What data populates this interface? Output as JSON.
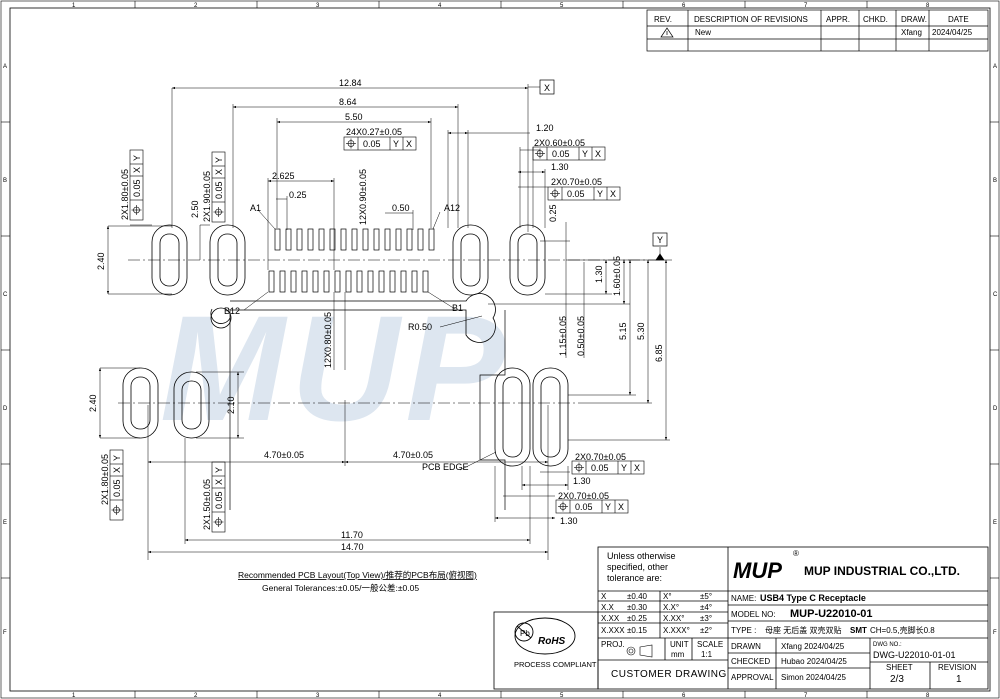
{
  "border": {
    "cols": [
      "1",
      "2",
      "3",
      "4",
      "5",
      "6",
      "7",
      "8"
    ],
    "rows": [
      "A",
      "B",
      "C",
      "D",
      "E",
      "F"
    ]
  },
  "revision_table": {
    "headers": [
      "REV.",
      "DESCRIPTION OF REVISIONS",
      "APPR.",
      "CHKD.",
      "DRAW.",
      "DATE"
    ],
    "row": {
      "rev_symbol": "triangle-rev-1",
      "description": "New",
      "appr": "",
      "chkd": "",
      "draw": "Xfang",
      "date": "2024/04/25"
    }
  },
  "watermark": "MUP",
  "dimensions": {
    "d1284": "12.84",
    "d864": "8.64",
    "d550": "5.50",
    "d120": "1.20",
    "pitch24": "24X0.27±0.05",
    "fcf_a": [
      "0.05",
      "Y",
      "X"
    ],
    "slot2x060": "2X0.60±0.05",
    "fcf_b": [
      "0.05",
      "Y",
      "X"
    ],
    "d130top": "1.30",
    "slot2x070": "2X0.70±0.05",
    "fcf_c": [
      "0.05",
      "Y",
      "X"
    ],
    "d2625": "2.625",
    "d025a": "0.25",
    "d12x090": "12X0.90±0.05",
    "d050": "0.50",
    "d025b": "0.25",
    "lblA1": "A1",
    "lblA12": "A12",
    "lblB12": "B12",
    "lblB1": "B1",
    "r050": "R0.50",
    "d2x180": "2X1.80±0.05",
    "fcf_d": [
      "0.05",
      "X",
      "Y"
    ],
    "d250": "2.50",
    "d2x190": "2X1.90±0.05",
    "fcf_e": [
      "0.05",
      "X",
      "Y"
    ],
    "d240a": "2.40",
    "d130v": "1.30",
    "d160": "1.60±0.05",
    "d115": "1.15±0.05",
    "d050v": "0.50±0.05",
    "d515": "5.15",
    "d530": "5.30",
    "d685": "6.85",
    "d12x080": "12X0.80±0.05",
    "d240b": "2.40",
    "d210": "2.10",
    "d470a": "4.70±0.05",
    "d470b": "4.70±0.05",
    "pcb_edge": "PCB EDGE",
    "d2x180b": "2X1.80±0.05",
    "fcf_f": [
      "0.05",
      "X",
      "Y"
    ],
    "d2x150": "2X1.50±0.05",
    "fcf_g": [
      "0.05",
      "X",
      "Y"
    ],
    "slot2x070b": "2X0.70±0.05",
    "fcf_h": [
      "0.05",
      "Y",
      "X"
    ],
    "d130b": "1.30",
    "slot2x070c": "2X0.70±0.05",
    "fcf_i": [
      "0.05",
      "Y",
      "X"
    ],
    "d130c": "1.30",
    "d1170": "11.70",
    "d1470": "14.70",
    "datumX": "X",
    "datumY": "Y"
  },
  "captions": {
    "layout": "Recommended PCB Layout(Top View)/推荐的PCB布局(俯视图)",
    "tolerances": "General Tolerances:±0.05/一般公差:±0.05"
  },
  "tolerance_block": {
    "heading": [
      "Unless otherwise",
      "specified, other",
      "tolerance are:"
    ],
    "rows": [
      [
        "X",
        "±0.40",
        "X°",
        "±5°"
      ],
      [
        "X.X",
        "±0.30",
        "X.X°",
        "±4°"
      ],
      [
        "X.XX",
        "±0.25",
        "X.XX°",
        "±3°"
      ],
      [
        "X.XXX",
        "±0.15",
        "X.XXX°",
        "±2°"
      ]
    ],
    "proj_label": "PROJ.",
    "unit_label": "UNIT",
    "unit_value": "mm",
    "scale_label": "SCALE",
    "scale_value": "1:1",
    "customer": "CUSTOMER  DRAWING"
  },
  "rohs": {
    "mark": "RoHS",
    "pb": "Pb",
    "caption": "PROCESS COMPLIANT"
  },
  "title_block": {
    "logo": "MUP",
    "reg": "®",
    "company": "MUP INDUSTRIAL CO.,LTD.",
    "name_label": "NAME:",
    "name_value": "USB4 Type C  Receptacle",
    "model_label": "MODEL NO:",
    "model_value": "MUP-U22010-01",
    "type_label": "TYPE :",
    "type_value": "母座 无后盖 双壳双贴",
    "type_smt": "SMT",
    "type_extra": "CH=0.5,壳脚长0.8",
    "drawn_label": "DRAWN",
    "drawn_value": "Xfang  2024/04/25",
    "checked_label": "CHECKED",
    "checked_value": "Hubao  2024/04/25",
    "approval_label": "APPROVAL",
    "approval_value": "Simon  2024/04/25",
    "dwg_label": "DWG NO.:",
    "dwg_value": "DWG-U22010-01-01",
    "sheet_label": "SHEET",
    "sheet_value": "2/3",
    "rev_label": "REVISION",
    "rev_value": "1"
  }
}
